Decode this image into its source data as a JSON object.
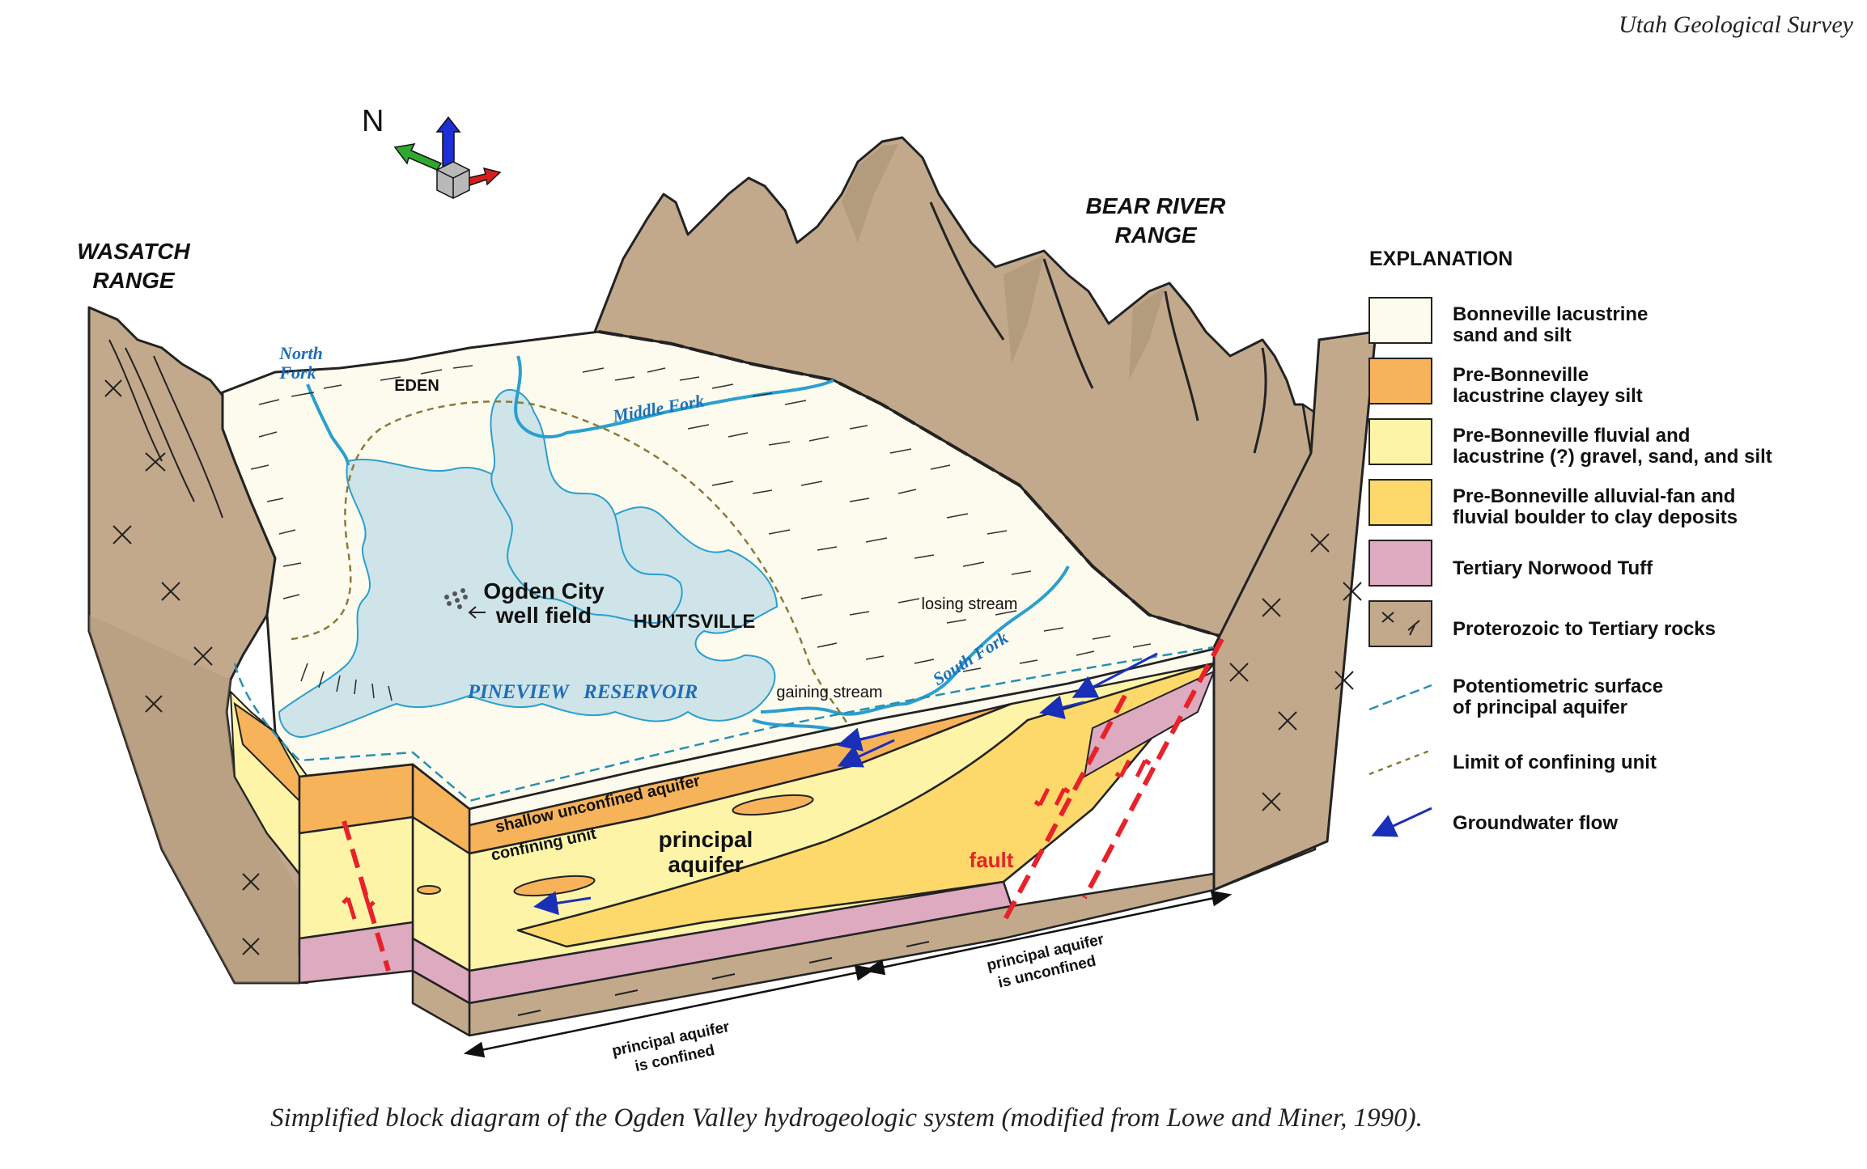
{
  "credit": "Utah Geological Survey",
  "caption": "Simplified block diagram of the Ogden Valley hydrogeologic system (modified from Lowe and Miner, 1990).",
  "compass": {
    "north_label": "N"
  },
  "ranges": {
    "wasatch": [
      "WASATCH",
      "RANGE"
    ],
    "bear_river": [
      "BEAR RIVER",
      "RANGE"
    ]
  },
  "places": {
    "north_fork": [
      "North",
      "Fork"
    ],
    "eden": "EDEN",
    "middle_fork": "Middle Fork",
    "ogden_well_field": [
      "Ogden City",
      "well field"
    ],
    "huntsville": "HUNTSVILLE",
    "losing_stream": "losing stream",
    "south_fork": "South Fork",
    "gaining_stream": "gaining stream",
    "reservoir": "PINEVIEW   RESERVOIR"
  },
  "section_labels": {
    "shallow": "shallow unconfined aquifer",
    "confining": "confining unit",
    "principal": [
      "principal",
      "aquifer"
    ],
    "fault": "fault",
    "confined": [
      "principal aquifer",
      "is confined"
    ],
    "unconfined": [
      "principal aquifer",
      "is unconfined"
    ]
  },
  "explanation": {
    "title": "EXPLANATION",
    "items": [
      {
        "kind": "box",
        "fill": "#fdfbee",
        "lines": [
          "Bonneville lacustrine",
          "sand and silt"
        ]
      },
      {
        "kind": "box",
        "fill": "#f7b35a",
        "lines": [
          "Pre-Bonneville",
          "lacustrine clayey silt"
        ]
      },
      {
        "kind": "box",
        "fill": "#fdf4a8",
        "lines": [
          "Pre-Bonneville fluvial and",
          "lacustrine (?) gravel, sand, and silt"
        ]
      },
      {
        "kind": "box",
        "fill": "#fcd96a",
        "lines": [
          "Pre-Bonneville alluvial-fan and",
          "fluvial boulder to clay deposits"
        ]
      },
      {
        "kind": "box",
        "fill": "#ddaabf",
        "lines": [
          "Tertiary Norwood Tuff"
        ]
      },
      {
        "kind": "rock",
        "fill": "#c2a98c",
        "lines": [
          "Proterozoic to Tertiary rocks"
        ]
      },
      {
        "kind": "dash-blue",
        "color": "#2a8fb0",
        "lines": [
          "Potentiometric surface",
          "of principal aquifer"
        ]
      },
      {
        "kind": "dash-olive",
        "color": "#8a7a3a",
        "lines": [
          "Limit of confining unit"
        ]
      },
      {
        "kind": "arrow-blue",
        "color": "#1a2fb8",
        "lines": [
          "Groundwater flow"
        ]
      }
    ]
  }
}
